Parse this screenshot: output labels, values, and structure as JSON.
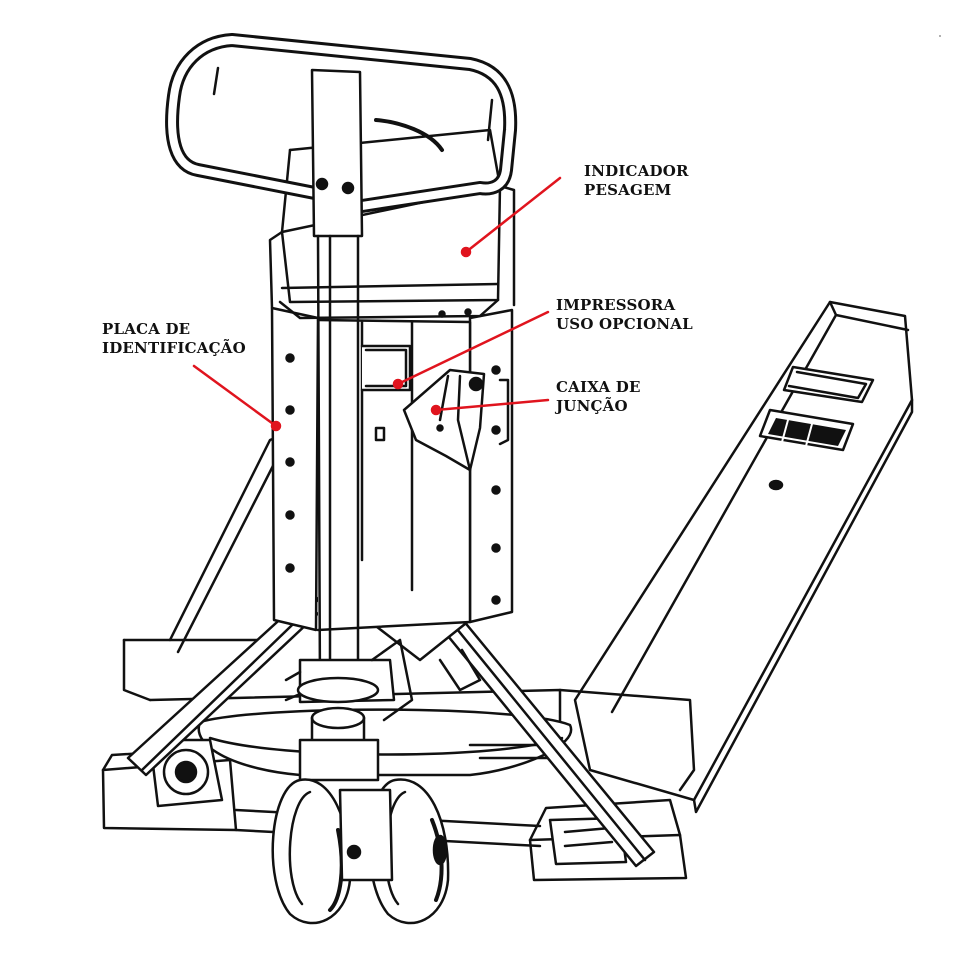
{
  "callouts": {
    "indicador": {
      "line1": "INDICADOR",
      "line2": "PESAGEM"
    },
    "impressora": {
      "line1": "IMPRESSORA",
      "line2": "USO OPCIONAL"
    },
    "caixa": {
      "line1": "CAIXA DE",
      "line2": "JUNÇÃO"
    },
    "placa": {
      "line1": "PLACA DE",
      "line2": "IDENTIFICAÇÃO"
    }
  },
  "colors": {
    "line_art": "#111111",
    "callout": "#e0141e",
    "background": "#ffffff"
  }
}
